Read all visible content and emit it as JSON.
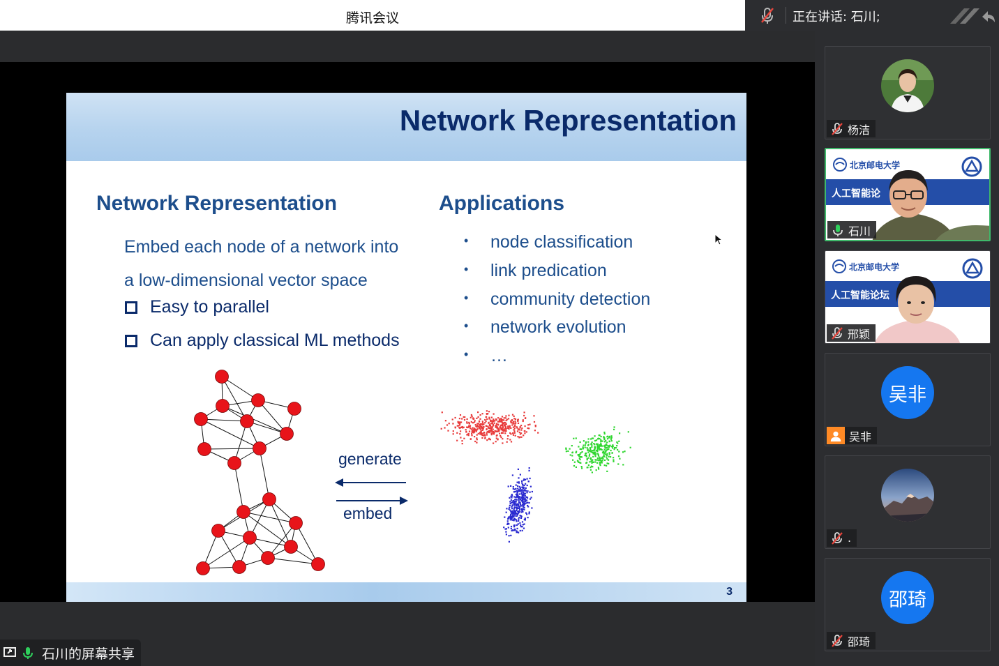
{
  "window": {
    "title": "腾讯会议"
  },
  "speaker_bar": {
    "speaking_label": "正在讲话: 石川;"
  },
  "slide": {
    "title": "Network Representation",
    "left_heading": "Network Representation",
    "embed_line_1": "Embed each node of a network into",
    "embed_line_2": "a low-dimensional vector space",
    "checks": [
      "Easy to parallel",
      "Can apply classical ML methods"
    ],
    "right_heading": "Applications",
    "applications": [
      "node classification",
      "link predication",
      "community detection",
      "network evolution",
      "…"
    ],
    "bullet": "•",
    "arrow_generate": "generate",
    "arrow_embed": "embed",
    "page_number": "3",
    "colors": {
      "heading": "#1d4e8c",
      "title": "#0a2a6a",
      "node": "#e8141a",
      "cluster_red": "#e83a3a",
      "cluster_green": "#2fd62f",
      "cluster_blue": "#2a2ad0"
    }
  },
  "share_status": {
    "label": "石川的屏幕共享"
  },
  "participants": [
    {
      "name": "杨洁",
      "type": "photo",
      "muted": true
    },
    {
      "name": "石川",
      "type": "video",
      "muted": false,
      "active": true,
      "banner": "人工智能论",
      "university": "北京邮电大学"
    },
    {
      "name": "邢颖",
      "type": "video",
      "muted": true,
      "banner": "人工智能论坛",
      "university": "北京邮电大学"
    },
    {
      "name": "吴非",
      "type": "initials",
      "avatar_text": "吴非",
      "muted": false
    },
    {
      "name": ".",
      "type": "photo",
      "muted": true
    },
    {
      "name": "邵琦",
      "type": "initials",
      "avatar_text": "邵琦",
      "muted": true
    }
  ]
}
